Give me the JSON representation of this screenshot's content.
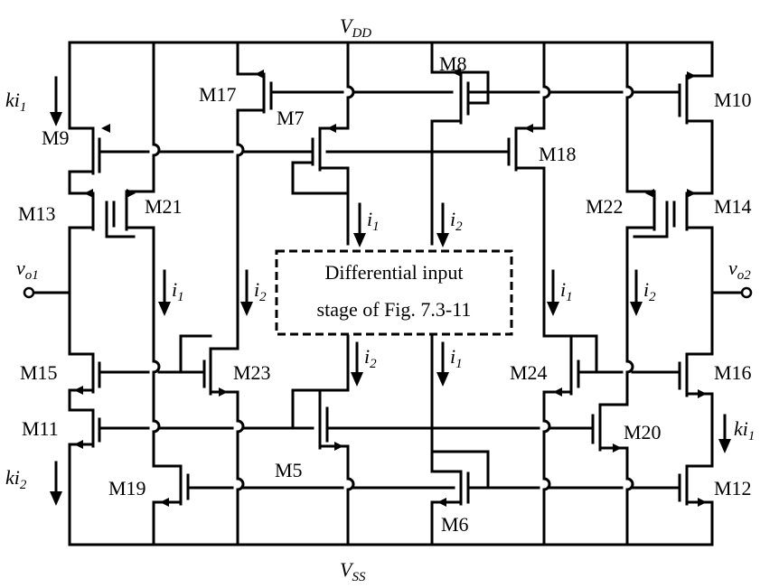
{
  "rails": {
    "vdd_main": "V",
    "vdd_sub": "DD",
    "vss_main": "V",
    "vss_sub": "SS"
  },
  "transistors": [
    {
      "id": "m5",
      "label": "M5"
    },
    {
      "id": "m6",
      "label": "M6"
    },
    {
      "id": "m7",
      "label": "M7"
    },
    {
      "id": "m8",
      "label": "M8"
    },
    {
      "id": "m9",
      "label": "M9"
    },
    {
      "id": "m10",
      "label": "M10"
    },
    {
      "id": "m11",
      "label": "M11"
    },
    {
      "id": "m12",
      "label": "M12"
    },
    {
      "id": "m13",
      "label": "M13"
    },
    {
      "id": "m14",
      "label": "M14"
    },
    {
      "id": "m15",
      "label": "M15"
    },
    {
      "id": "m16",
      "label": "M16"
    },
    {
      "id": "m17",
      "label": "M17"
    },
    {
      "id": "m18",
      "label": "M18"
    },
    {
      "id": "m19",
      "label": "M19"
    },
    {
      "id": "m20",
      "label": "M20"
    },
    {
      "id": "m21",
      "label": "M21"
    },
    {
      "id": "m22",
      "label": "M22"
    },
    {
      "id": "m23",
      "label": "M23"
    },
    {
      "id": "m24",
      "label": "M24"
    }
  ],
  "currents": {
    "i": "i",
    "ki": "ki",
    "one": "1",
    "two": "2"
  },
  "outputs": {
    "vo1_main": "v",
    "vo1_sub": "o1",
    "vo2_main": "v",
    "vo2_sub": "o2"
  },
  "box": {
    "line1": "Differential input",
    "line2": "stage of Fig. 7.3-11"
  }
}
